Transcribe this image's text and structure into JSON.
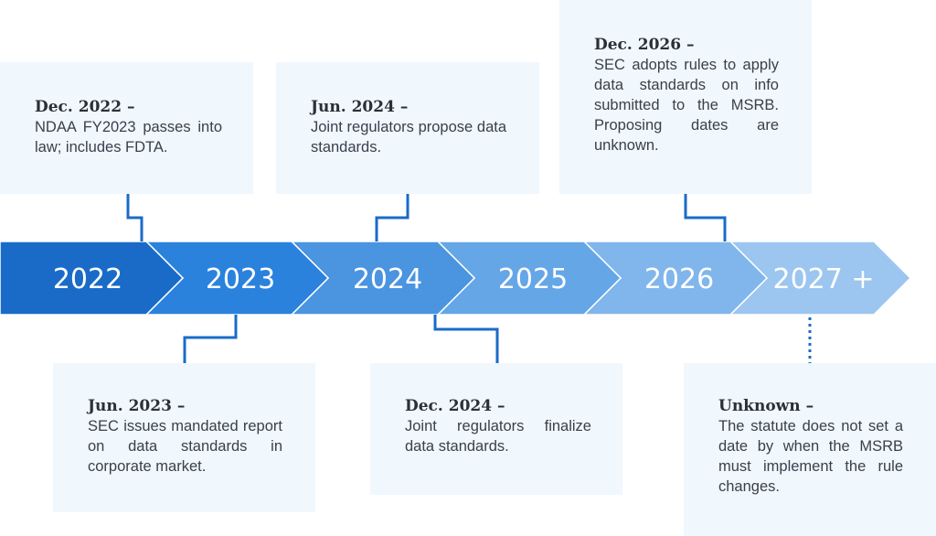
{
  "timeline": {
    "years": [
      "2022",
      "2023",
      "2024",
      "2025",
      "2026",
      "2027 +"
    ],
    "colors": [
      "#1a6bc8",
      "#2b82dc",
      "#4a94e0",
      "#65a6e7",
      "#80b6ec",
      "#9cc6f0"
    ]
  },
  "events": {
    "dec2022": {
      "date": "Dec. 2022 –",
      "desc": "NDAA FY2023 passes into law; includes FDTA."
    },
    "jun2023": {
      "date": "Jun. 2023 –",
      "desc": "SEC issues mandated report on data standards in corporate market."
    },
    "jun2024": {
      "date": "Jun. 2024 –",
      "desc": "Joint regulators propose data standards."
    },
    "dec2024": {
      "date": "Dec. 2024 –",
      "desc": "Joint regulators finalize data standards."
    },
    "dec2026": {
      "date": "Dec. 2026 –",
      "desc": "SEC adopts rules to apply data standards on info submitted to the MSRB. Proposing dates are unknown."
    },
    "unknown": {
      "date": "Unknown –",
      "desc": "The statute does not set a date by when the MSRB must implement the rule changes."
    }
  }
}
